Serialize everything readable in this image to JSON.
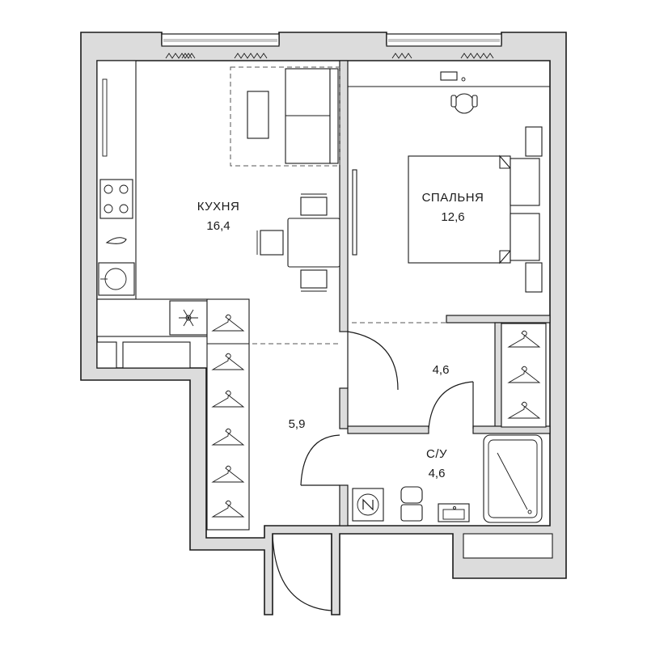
{
  "rooms": {
    "kitchen": {
      "name": "КУХНЯ",
      "area": "16,4"
    },
    "bedroom": {
      "name": "СПАЛЬНЯ",
      "area": "12,6"
    },
    "hall": {
      "area": "5,9"
    },
    "corridor": {
      "area": "4,6"
    },
    "bathroom": {
      "name": "С/У",
      "area": "4,6"
    }
  },
  "colors": {
    "wall": "#dcdcdc",
    "stroke": "#1a1a1a",
    "background": "#ffffff"
  }
}
